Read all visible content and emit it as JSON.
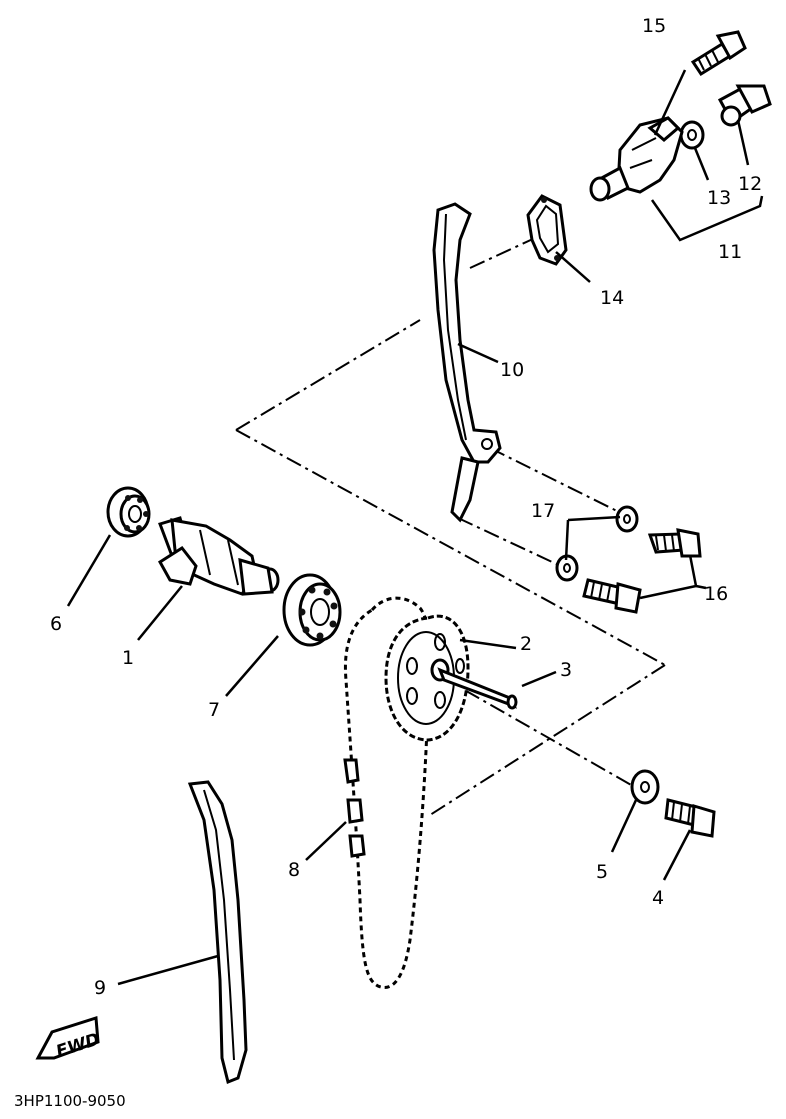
{
  "callouts": {
    "c1": "1",
    "c2": "2",
    "c3": "3",
    "c4": "4",
    "c5": "5",
    "c6": "6",
    "c7": "7",
    "c8": "8",
    "c9": "9",
    "c10": "10",
    "c11": "11",
    "c12": "12",
    "c13": "13",
    "c14": "14",
    "c15": "15",
    "c16": "16",
    "c17": "17"
  },
  "fwd_label": "FWD",
  "drawing_code": "3HP1100-9050"
}
